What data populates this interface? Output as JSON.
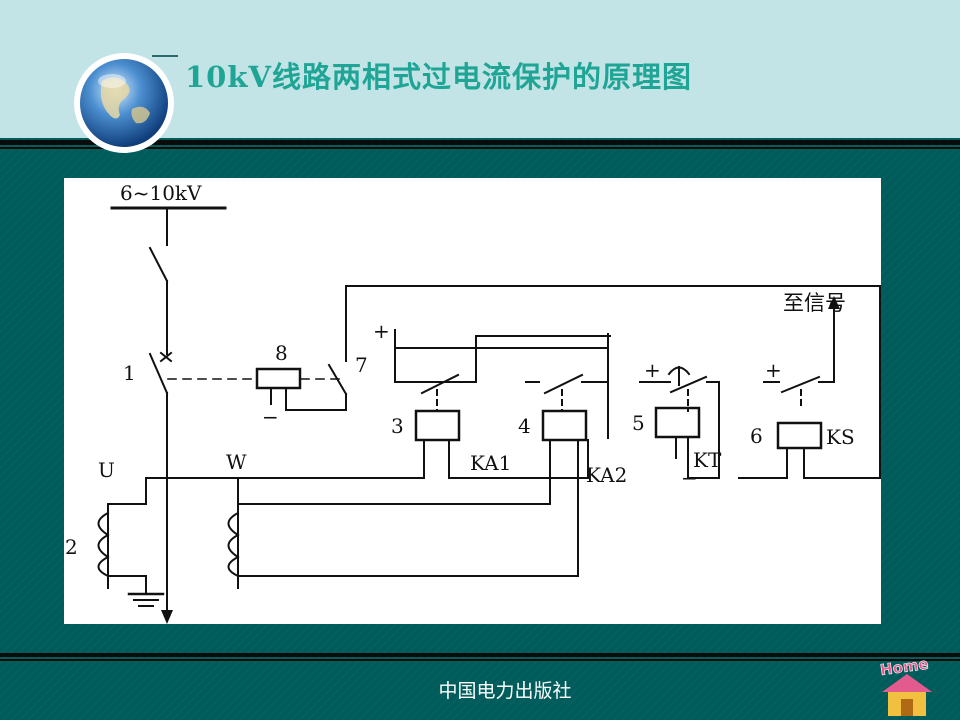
{
  "slide": {
    "title_prefix": "6",
    "title": "10kV线路两相式过电流保护的原理图",
    "footer": "中国电力出版社",
    "home_button_label": "Home"
  },
  "diagram": {
    "labels": {
      "bus_voltage": "6~10kV",
      "breaker": "1",
      "ct": "2",
      "phase_u": "U",
      "phase_w": "W",
      "relay3": "3",
      "relay4": "4",
      "relay5": "5",
      "relay6": "6",
      "ka1": "KA1",
      "ka2": "KA2",
      "kt": "KT",
      "ks": "KS",
      "trip_coil": "8",
      "aux_contact": "7",
      "signal": "至信号",
      "plus": "+",
      "minus": "−"
    }
  },
  "colors": {
    "background": "#005b5b",
    "header": "#c2e4e6",
    "title": "#1ea596",
    "panel": "#ffffff",
    "ink": "#111111"
  }
}
